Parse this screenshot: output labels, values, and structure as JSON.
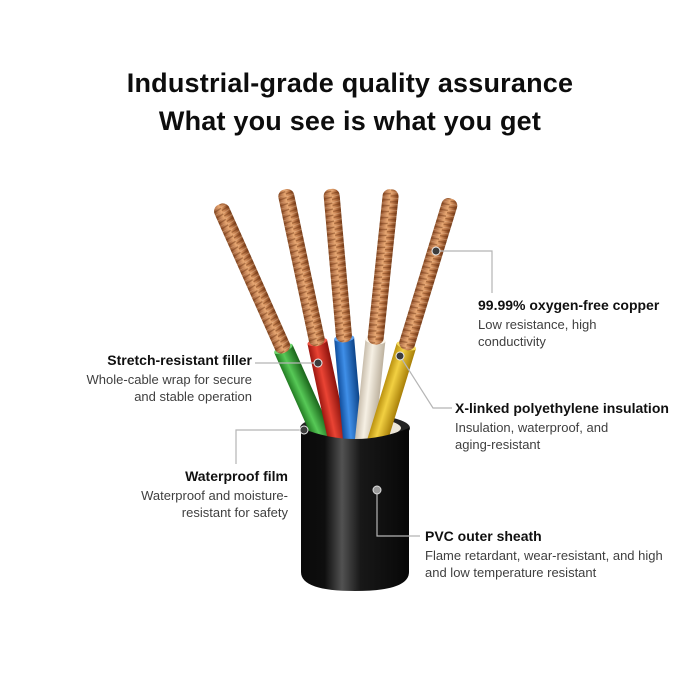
{
  "title": {
    "line1": "Industrial-grade quality assurance",
    "line2": "What you see is what you get"
  },
  "callouts": [
    {
      "id": "copper",
      "heading": "99.99% oxygen-free copper",
      "description": "Low resistance, high conductivity"
    },
    {
      "id": "filler",
      "heading": "Stretch-resistant filler",
      "description": "Whole-cable wrap for secure and stable operation"
    },
    {
      "id": "insulation",
      "heading": "X-linked polyethylene insulation",
      "description": "Insulation, waterproof, and aging-resistant"
    },
    {
      "id": "waterproof-film",
      "heading": "Waterproof film",
      "description": "Waterproof and moisture-resistant for safety"
    },
    {
      "id": "pvc-sheath",
      "heading": "PVC outer sheath",
      "description": "Flame retardant, wear-resistant, and high and low temperature resistant"
    }
  ],
  "cable": {
    "parts": [
      "copper conductor",
      "green insulated wire",
      "red insulated wire",
      "blue insulated wire",
      "white insulated wire",
      "yellow insulated wire",
      "white filler wrap",
      "black PVC sheath"
    ],
    "colors": {
      "copper": "#c98850",
      "green": "#3fae3f",
      "red": "#d42a1e",
      "blue": "#2277dd",
      "white_filler": "#efe8da",
      "yellow": "#eec829",
      "sheath": "#111111",
      "leader_line": "#b5b5b5",
      "text_heading": "#101010",
      "text_body": "#3f3f3f"
    }
  }
}
